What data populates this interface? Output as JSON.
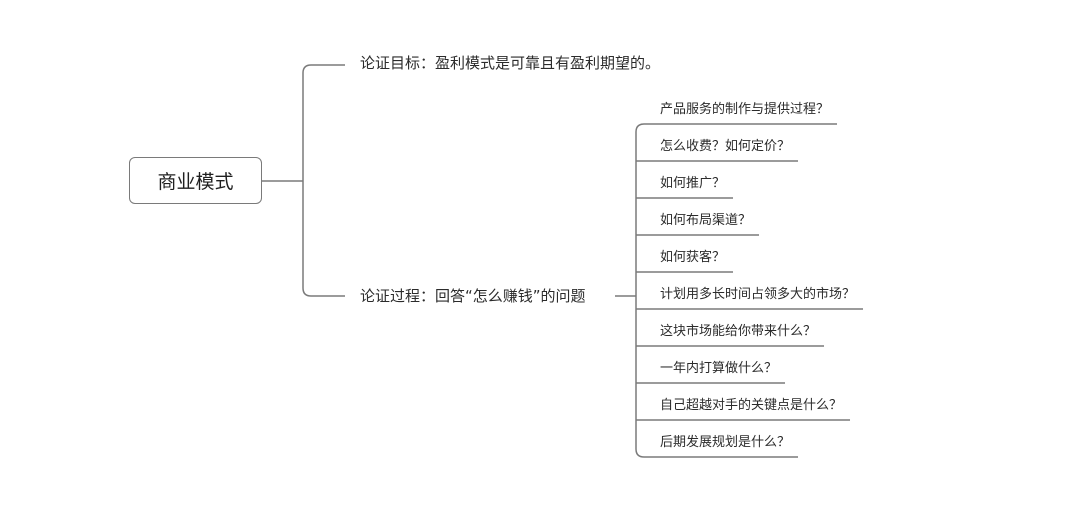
{
  "diagram": {
    "root": {
      "label": "商业模式"
    },
    "branches": [
      {
        "label": "论证目标：盈利模式是可靠且有盈利期望的。",
        "children": []
      },
      {
        "label": "论证过程：回答“怎么赚钱”的问题",
        "children": [
          "产品服务的制作与提供过程？",
          "怎么收费？如何定价？",
          "如何推广？",
          "如何布局渠道？",
          "如何获客？",
          "计划用多长时间占领多大的市场？",
          "这块市场能给你带来什么？",
          "一年内打算做什么？",
          "自己超越对手的关键点是什么？",
          "后期发展规划是什么？"
        ]
      }
    ],
    "line_color": "#7a7a7a"
  }
}
